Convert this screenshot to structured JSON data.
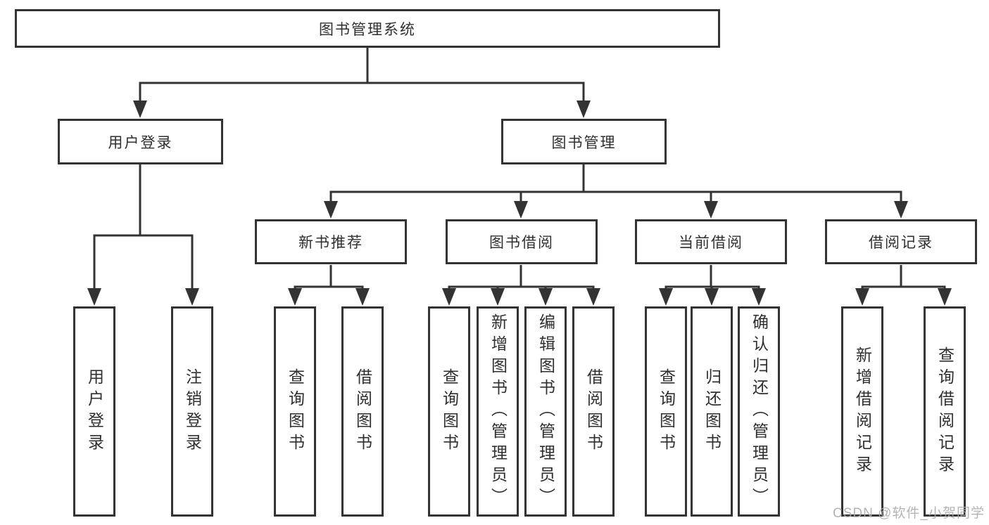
{
  "tree": {
    "root": "图书管理系统",
    "branches": [
      {
        "label": "用户登录",
        "children": [
          "用户登录",
          "注销登录"
        ]
      },
      {
        "label": "图书管理",
        "children": [
          {
            "label": "新书推荐",
            "children": [
              "查询图书",
              "借阅图书"
            ]
          },
          {
            "label": "图书借阅",
            "children": [
              "查询图书",
              "新增图书（管理员）",
              "编辑图书（管理员）",
              "借阅图书"
            ]
          },
          {
            "label": "当前借阅",
            "children": [
              "查询图书",
              "归还图书",
              "确认归还（管理员）"
            ]
          },
          {
            "label": "借阅记录",
            "children": [
              "新增借阅记录",
              "查询借阅记录"
            ]
          }
        ]
      }
    ]
  },
  "watermark": "CSDN @软件_小贺同学",
  "colors": {
    "line": "#333333",
    "box_border": "#333333",
    "text": "#2f2f2f",
    "background": "#ffffff",
    "watermark": "#acacac"
  }
}
